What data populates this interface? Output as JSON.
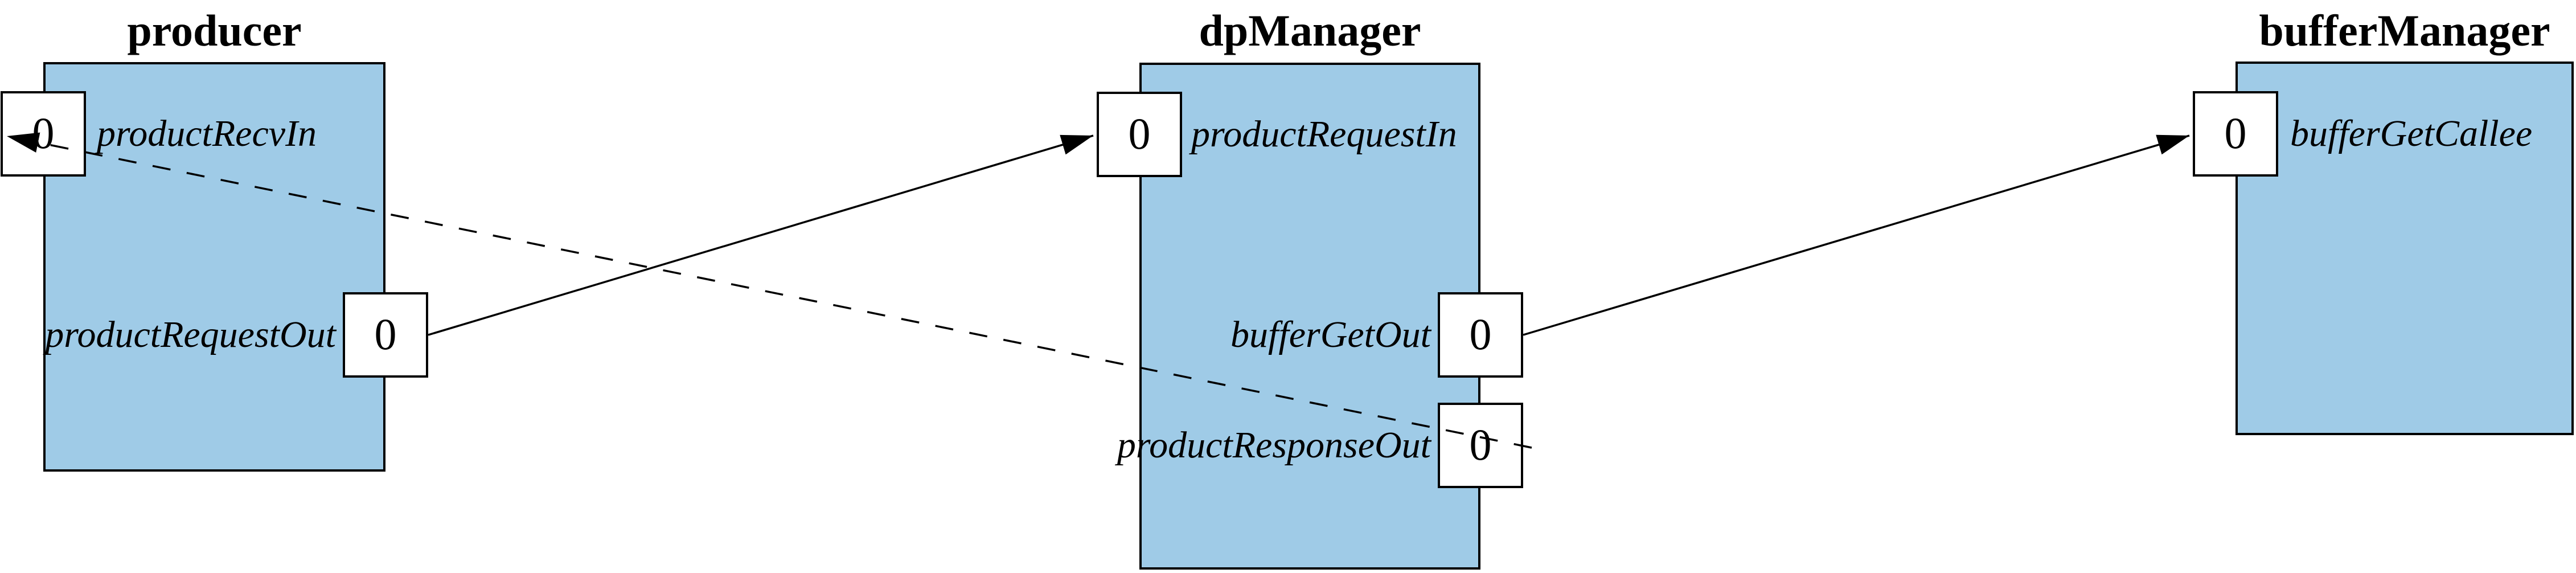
{
  "diagram": {
    "kind": "component-port-connection-diagram",
    "colors": {
      "component_fill": "#9fcbe7",
      "stroke": "#000000",
      "port_fill": "#ffffff",
      "background": "#ffffff"
    },
    "components": [
      {
        "title": "producer",
        "ports": [
          {
            "name": "productRecvIn",
            "count": "0",
            "side": "left"
          },
          {
            "name": "productRequestOut",
            "count": "0",
            "side": "right"
          }
        ]
      },
      {
        "title": "dpManager",
        "ports": [
          {
            "name": "productRequestIn",
            "count": "0",
            "side": "left"
          },
          {
            "name": "bufferGetOut",
            "count": "0",
            "side": "right"
          },
          {
            "name": "productResponseOut",
            "count": "0",
            "side": "right"
          }
        ]
      },
      {
        "title": "bufferManager",
        "ports": [
          {
            "name": "bufferGetCallee",
            "count": "0",
            "side": "left"
          }
        ]
      }
    ],
    "connections": [
      {
        "from": "producer.productRequestOut",
        "to": "dpManager.productRequestIn",
        "style": "solid"
      },
      {
        "from": "dpManager.bufferGetOut",
        "to": "bufferManager.bufferGetCallee",
        "style": "solid"
      },
      {
        "from": "dpManager.productResponseOut",
        "to": "producer.productRecvIn",
        "style": "dashed"
      }
    ]
  }
}
